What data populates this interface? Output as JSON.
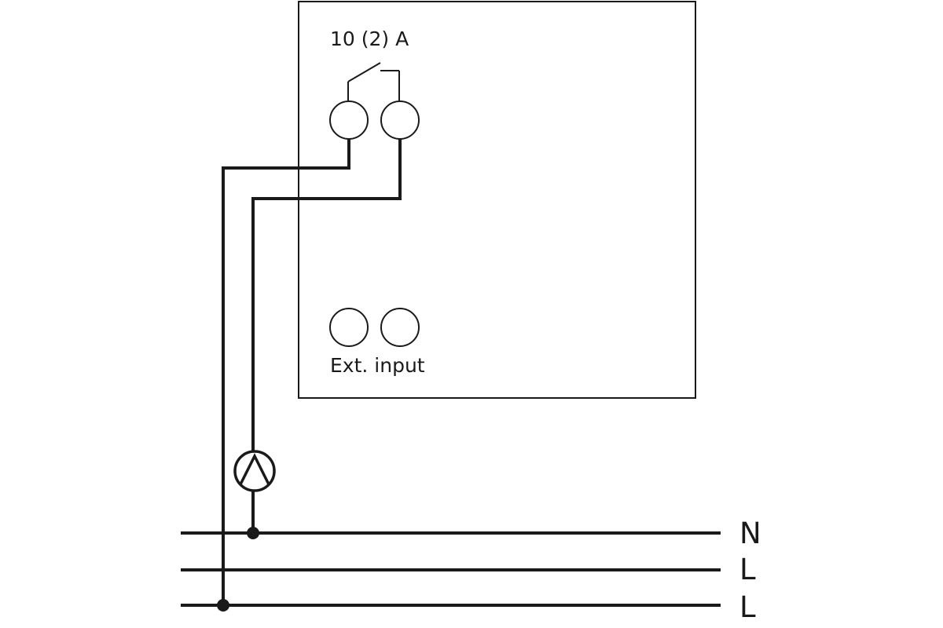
{
  "device": {
    "relay_rating": "10 (2) A",
    "input_label": "Ext. input"
  },
  "lines": {
    "neutral": "N",
    "line_1": "L",
    "line_2": "L"
  },
  "colors": {
    "stroke": "#1a1a1a",
    "background": "#ffffff"
  },
  "icons": {
    "load": "pump-icon",
    "relay_contact": "switch-contact-icon"
  }
}
